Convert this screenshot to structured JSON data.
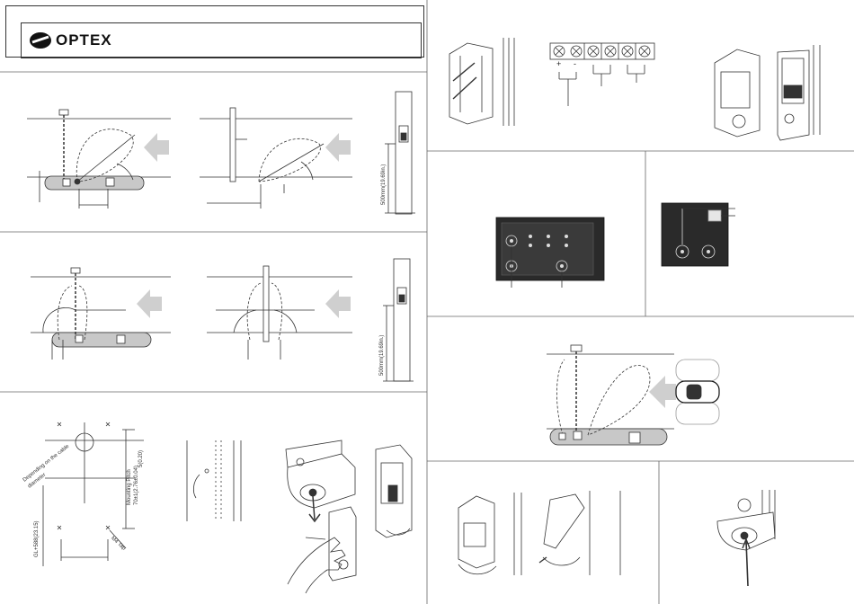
{
  "header": {
    "brand": "OPTEX"
  },
  "dimensions": {
    "height_label_1": "500mm(19.69in.)",
    "height_label_2": "500mm(19.69in.)"
  },
  "mounting_template": {
    "cable_note": "Depending on the cable diameter",
    "hole_size": "5(0.20)",
    "mounting_pitch": "Mounting Pitch 70±1(2.76±0.04)",
    "gl_height": "GL+588(23.15)",
    "m4_tap": "M4 Tap"
  },
  "terminal_block": {
    "plus": "+",
    "minus": "-"
  },
  "colors": {
    "line": "#333333",
    "arrow_fill": "#cfcfcf",
    "ground_fill": "#c8c8c8",
    "panel_dark": "#2a2a2a"
  },
  "icons": [
    "optex-logo-icon",
    "direction-arrow-icon",
    "car-icon",
    "hand-icon",
    "screwdriver-icon"
  ]
}
